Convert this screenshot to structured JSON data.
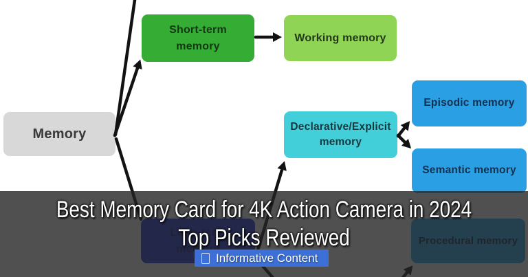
{
  "diagram": {
    "nodes": {
      "memory": {
        "label": "Memory",
        "color": "#d8d8d8"
      },
      "short_term": {
        "label": "Short-term memory",
        "color": "#35ad35"
      },
      "working": {
        "label": "Working memory",
        "color": "#8fd455"
      },
      "declarative": {
        "label": "Declarative/Explicit memory",
        "color": "#43cfda"
      },
      "episodic": {
        "label": "Episodic memory",
        "color": "#2b9fe3"
      },
      "semantic": {
        "label": "Semantic memory",
        "color": "#2b9fe3"
      },
      "long_term": {
        "label": "Long-term memory",
        "color": "#2238dd"
      },
      "procedural": {
        "label": "Procedural memory",
        "color": "#24a9ee"
      }
    },
    "edges": [
      "memory->top-offscreen",
      "memory->short_term",
      "memory->long_term",
      "short_term->working",
      "declarative->episodic",
      "declarative->semantic",
      "long_term->declarative",
      "offscreen->procedural"
    ],
    "line_color": "#121212"
  },
  "banner": {
    "title_line1": "Best Memory Card for 4K Action Camera in 2024",
    "title_line2": "Top Picks Reviewed",
    "badge": {
      "label": "Informative Content",
      "icon": "missing-glyph-box",
      "background": "#3c70d8"
    },
    "overlay_color": "rgba(36,36,38,0.80)",
    "text_color": "#ffffff"
  }
}
